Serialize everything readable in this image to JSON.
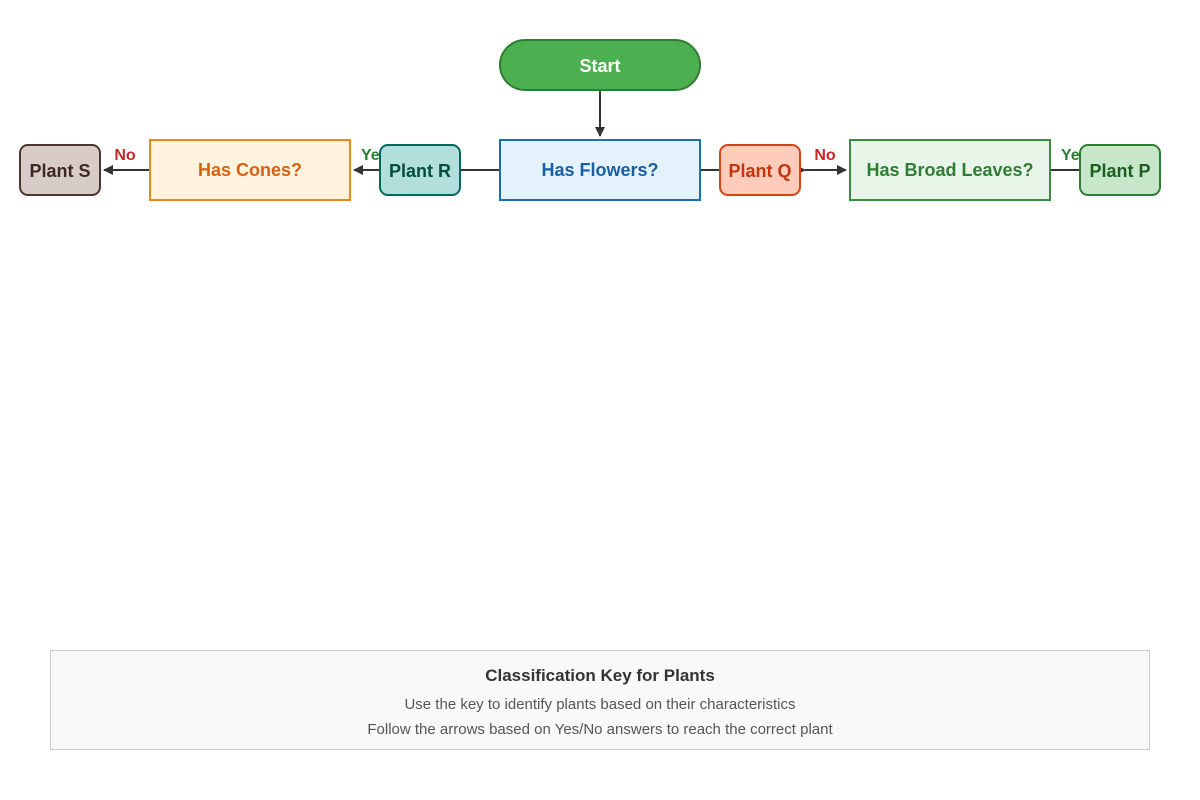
{
  "nodes": {
    "start": {
      "label": "Start",
      "fill": "#4caf50",
      "stroke": "#2e7d32",
      "text_color": "#ffffff"
    },
    "has_flowers": {
      "label": "Has Flowers?",
      "fill": "#e3f2fd",
      "stroke": "#1a6fa8",
      "text_color": "#1a5fa0"
    },
    "has_cones": {
      "label": "Has Cones?",
      "fill": "#fff3e0",
      "stroke": "#e8891c",
      "text_color": "#d8600f"
    },
    "has_broad_leaves": {
      "label": "Has Broad Leaves?",
      "fill": "#e8f5e9",
      "stroke": "#3a8a44",
      "text_color": "#2e7d32"
    },
    "plant_p": {
      "label": "Plant P",
      "fill": "#c8e6c9",
      "stroke": "#2e7d32",
      "text_color": "#1b5e20"
    },
    "plant_q": {
      "label": "Plant Q",
      "fill": "#ffccbc",
      "stroke": "#d84315",
      "text_color": "#bf360c"
    },
    "plant_r": {
      "label": "Plant R",
      "fill": "#b2dfdb",
      "stroke": "#00695c",
      "text_color": "#004d40"
    },
    "plant_s": {
      "label": "Plant S",
      "fill": "#d7ccc8",
      "stroke": "#4e342e",
      "text_color": "#3e2723"
    }
  },
  "edge_labels": {
    "no_left": "No",
    "yes_left": "Ye",
    "no_right": "No",
    "yes_right": "Ye"
  },
  "edge_label_colors": {
    "yes": "#2e7d32",
    "no": "#c62828"
  },
  "legend": {
    "title": "Classification Key for Plants",
    "line1": "Use the key to identify plants based on their characteristics",
    "line2": "Follow the arrows based on Yes/No answers to reach the correct plant"
  }
}
